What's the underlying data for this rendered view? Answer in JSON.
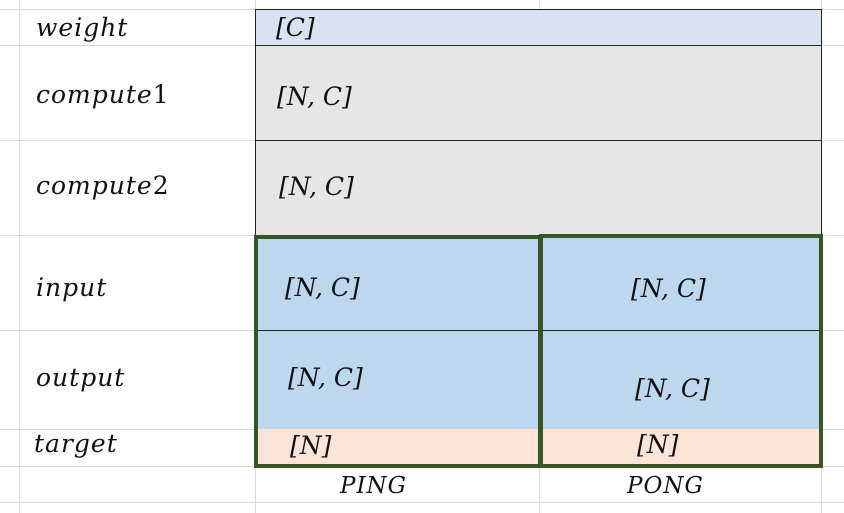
{
  "rows": {
    "weight": {
      "label": "weight",
      "shape": "[C]"
    },
    "compute1": {
      "label": "compute",
      "suffix": "1",
      "shape": "[N, C]"
    },
    "compute2": {
      "label": "compute",
      "suffix": "2",
      "shape": "[N, C]"
    },
    "input": {
      "label": "input",
      "ping_shape": "[N, C]",
      "pong_shape": "[N, C]"
    },
    "output": {
      "label": "output",
      "ping_shape": "[N, C]",
      "pong_shape": "[N, C]"
    },
    "target": {
      "label": "target",
      "ping_shape": "[N]",
      "pong_shape": "[N]"
    }
  },
  "columns": {
    "ping": "PING",
    "pong": "PONG"
  },
  "colors": {
    "weight_fill": "#d9e1f2",
    "compute_fill": "#e7e6e6",
    "io_fill": "#bdd7ee",
    "target_fill": "#fce4d6",
    "group_border": "#375623",
    "gridline": "#d9d9d9"
  }
}
